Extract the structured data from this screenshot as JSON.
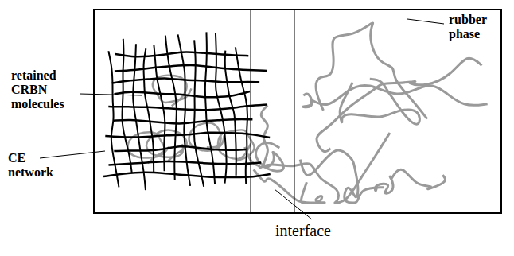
{
  "diagram": {
    "labels": [
      "retained CRBN molecules",
      "CE network",
      "rubber phase",
      "interface"
    ]
  }
}
